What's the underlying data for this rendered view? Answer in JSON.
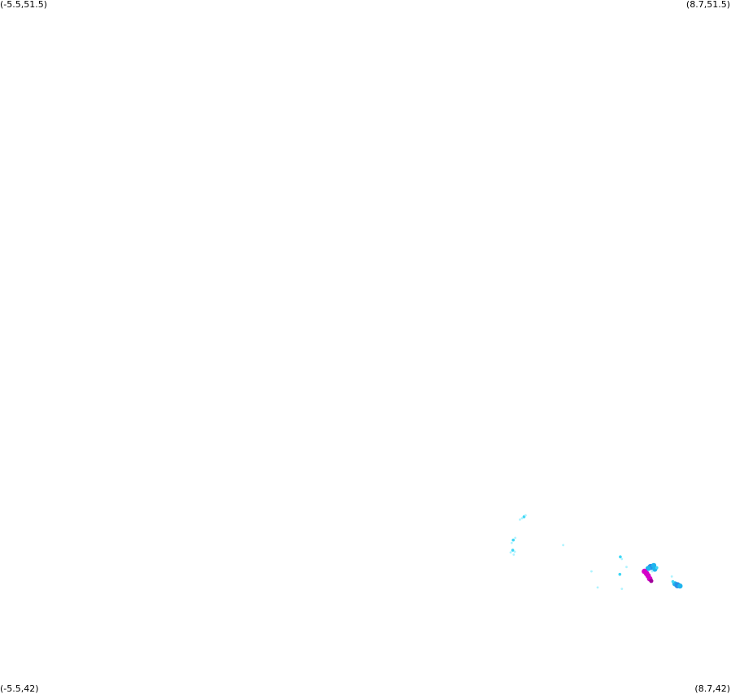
{
  "corners": {
    "top_left": "(-5.5,51.5)",
    "top_right": "(8.7,51.5)",
    "bottom_left": "(-5.5,42)",
    "bottom_right": "(8.7,42)"
  },
  "extent": {
    "lon_min": -5.5,
    "lon_max": 8.7,
    "lat_min": 42,
    "lat_max": 51.5
  },
  "colors": {
    "background": "#ffffff",
    "light": "#aef3ff",
    "cyan": "#3fd7f5",
    "medium": "#1fb4ee",
    "strong": "#2a8ee6",
    "intense": "#d400c8",
    "dark_intense": "#a0009a"
  },
  "echoes": [
    {
      "lon": 6.67,
      "lat": 43.72,
      "intensity": "light"
    },
    {
      "lon": 4.64,
      "lat": 44.39,
      "intensity": "light"
    },
    {
      "lon": 4.68,
      "lat": 44.41,
      "intensity": "cyan"
    },
    {
      "lon": 4.71,
      "lat": 44.43,
      "intensity": "light"
    },
    {
      "lon": 4.6,
      "lat": 44.37,
      "intensity": "light"
    },
    {
      "lon": 4.47,
      "lat": 44.09,
      "intensity": "cyan"
    },
    {
      "lon": 4.51,
      "lat": 44.12,
      "intensity": "light"
    },
    {
      "lon": 4.44,
      "lat": 44.05,
      "intensity": "light"
    },
    {
      "lon": 4.46,
      "lat": 43.95,
      "intensity": "cyan"
    },
    {
      "lon": 4.5,
      "lat": 43.93,
      "intensity": "light"
    },
    {
      "lon": 4.42,
      "lat": 43.92,
      "intensity": "light"
    },
    {
      "lon": 4.48,
      "lat": 43.89,
      "intensity": "light"
    },
    {
      "lon": 5.44,
      "lat": 44.02,
      "intensity": "light"
    },
    {
      "lon": 6.55,
      "lat": 43.86,
      "intensity": "cyan"
    },
    {
      "lon": 6.58,
      "lat": 43.83,
      "intensity": "light"
    },
    {
      "lon": 5.99,
      "lat": 43.66,
      "intensity": "light"
    },
    {
      "lon": 6.54,
      "lat": 43.62,
      "intensity": "cyan"
    },
    {
      "lon": 6.11,
      "lat": 43.44,
      "intensity": "light"
    },
    {
      "lon": 6.58,
      "lat": 43.42,
      "intensity": "light"
    },
    {
      "lon": 7.14,
      "lat": 43.72,
      "intensity": "strong"
    },
    {
      "lon": 7.2,
      "lat": 43.74,
      "intensity": "medium"
    },
    {
      "lon": 7.22,
      "lat": 43.69,
      "intensity": "medium"
    },
    {
      "lon": 7.09,
      "lat": 43.7,
      "intensity": "medium"
    },
    {
      "lon": 7.17,
      "lat": 43.66,
      "intensity": "light"
    },
    {
      "lon": 7.26,
      "lat": 43.71,
      "intensity": "cyan"
    },
    {
      "lon": 7.09,
      "lat": 43.6,
      "intensity": "intense"
    },
    {
      "lon": 7.12,
      "lat": 43.56,
      "intensity": "intense"
    },
    {
      "lon": 7.06,
      "lat": 43.63,
      "intensity": "intense"
    },
    {
      "lon": 7.15,
      "lat": 43.53,
      "intensity": "dark_intense"
    },
    {
      "lon": 7.02,
      "lat": 43.66,
      "intensity": "intense"
    },
    {
      "lon": 7.61,
      "lat": 43.49,
      "intensity": "medium"
    },
    {
      "lon": 7.66,
      "lat": 43.47,
      "intensity": "strong"
    },
    {
      "lon": 7.71,
      "lat": 43.46,
      "intensity": "medium"
    },
    {
      "lon": 7.57,
      "lat": 43.52,
      "intensity": "cyan"
    },
    {
      "lon": 7.55,
      "lat": 43.59,
      "intensity": "light"
    }
  ]
}
